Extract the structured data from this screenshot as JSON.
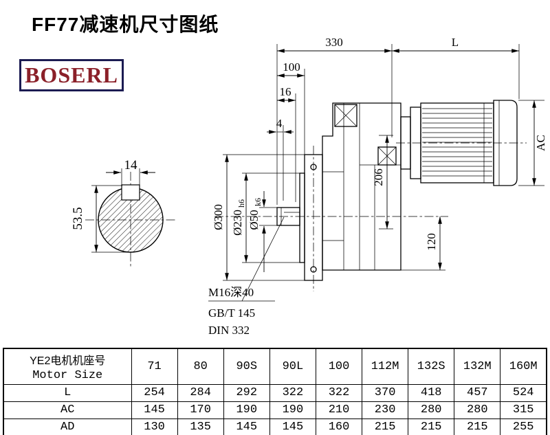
{
  "page": {
    "title": "FF77减速机尺寸图纸",
    "brand": "BOSERL"
  },
  "drawing": {
    "dims": {
      "top_width": "330",
      "motor_length": "L",
      "d100": "100",
      "d16": "16",
      "d4": "4",
      "ac": "AC",
      "d206": "206",
      "d120": "120",
      "dia300": "Ø300",
      "dia230": "Ø230",
      "dia230_tol": "h6",
      "dia50": "Ø50",
      "dia50_tol": "k6",
      "key_width": "14",
      "key_height": "53.5"
    },
    "notes": {
      "tap": "M16深40",
      "gb": "GB/T 145",
      "din": "DIN 332"
    }
  },
  "table": {
    "header_cn": "YE2电机机座号",
    "header_en": "Motor Size",
    "columns": [
      "71",
      "80",
      "90S",
      "90L",
      "100",
      "112M",
      "132S",
      "132M",
      "160M"
    ],
    "rows": [
      {
        "label": "L",
        "values": [
          "254",
          "284",
          "292",
          "322",
          "322",
          "370",
          "418",
          "457",
          "524"
        ]
      },
      {
        "label": "AC",
        "values": [
          "145",
          "170",
          "190",
          "190",
          "210",
          "230",
          "280",
          "280",
          "315"
        ]
      },
      {
        "label": "AD",
        "values": [
          "130",
          "135",
          "145",
          "145",
          "160",
          "215",
          "215",
          "215",
          "255"
        ]
      }
    ]
  }
}
